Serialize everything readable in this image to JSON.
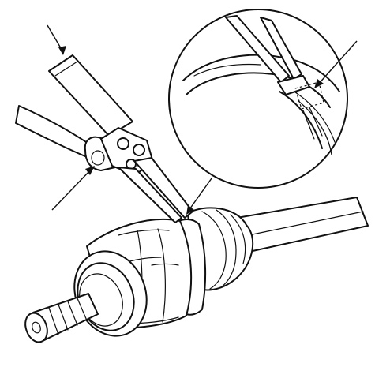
{
  "figure": {
    "callouts": [
      {
        "id": "top-left-callout",
        "label": ""
      },
      {
        "id": "left-callout",
        "label": ""
      },
      {
        "id": "top-right-callout",
        "label": ""
      }
    ]
  }
}
